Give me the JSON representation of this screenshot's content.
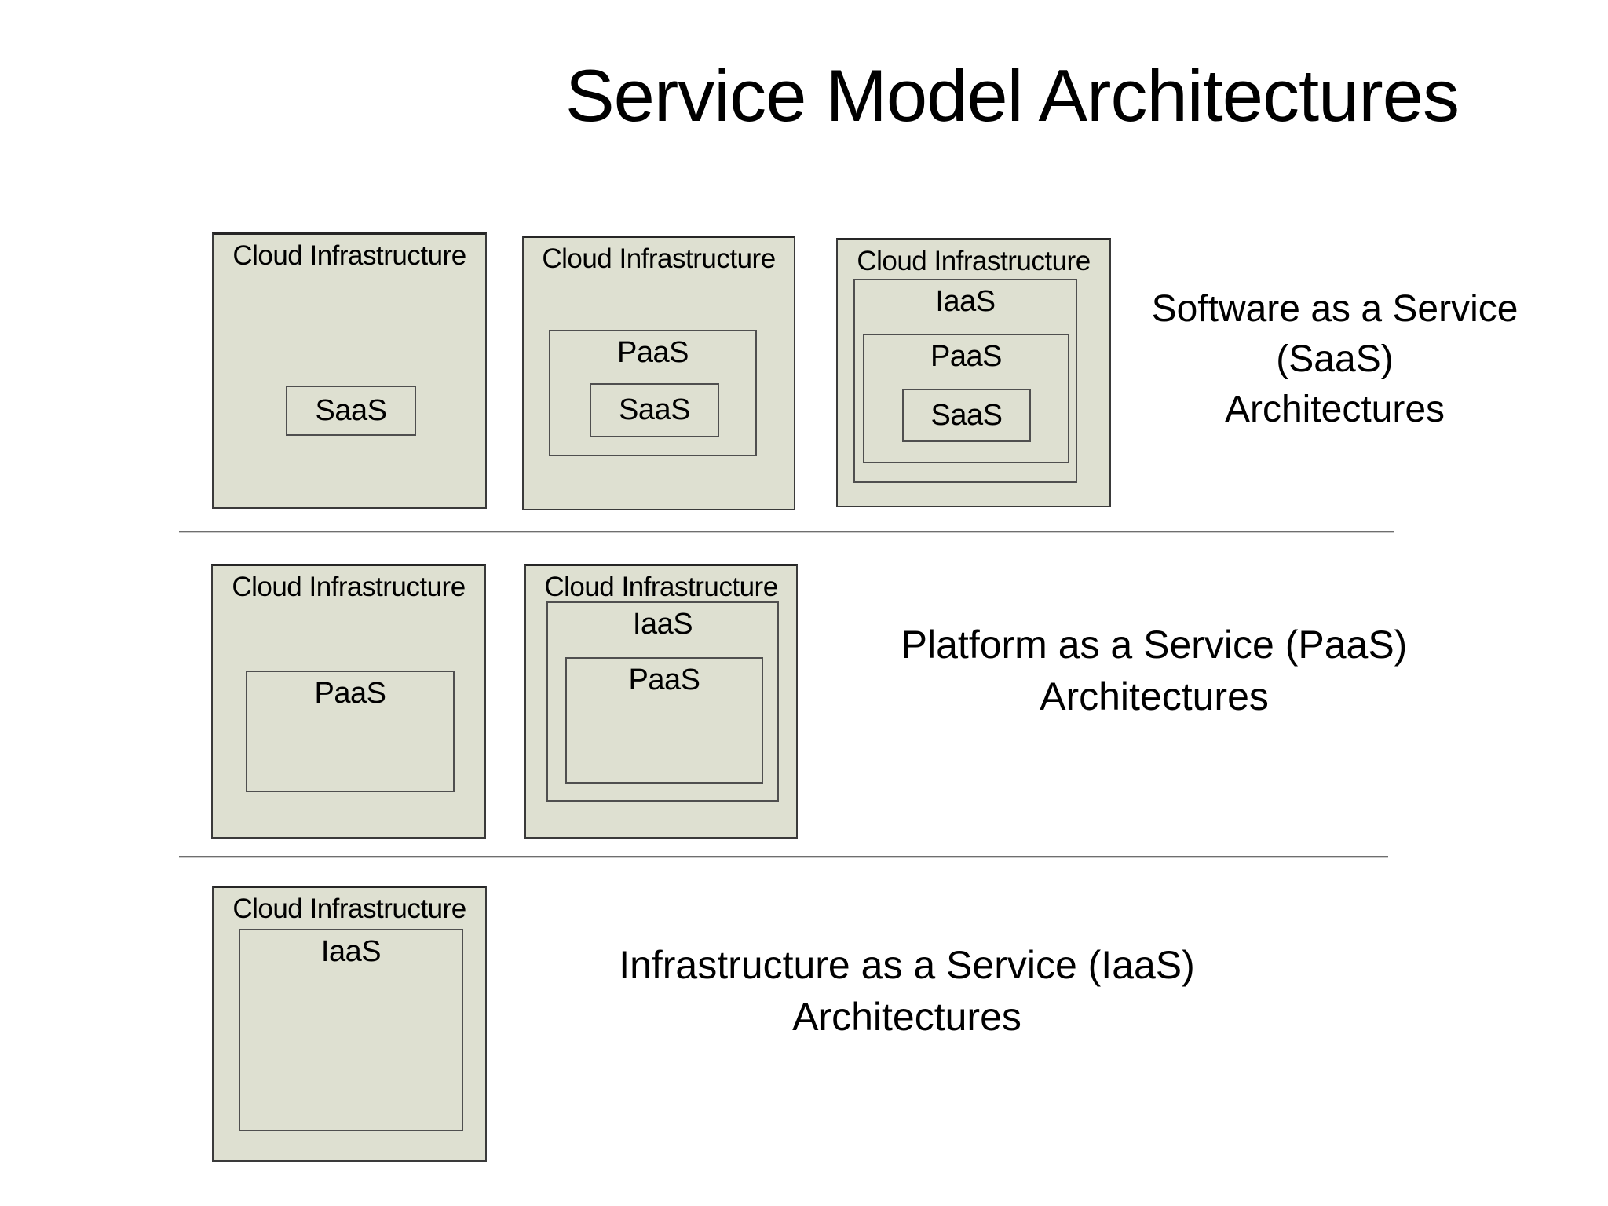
{
  "title": "Service Model Architectures",
  "labels": {
    "cloud": "Cloud Infrastructure",
    "iaas": "IaaS",
    "paas": "PaaS",
    "saas": "SaaS"
  },
  "captions": {
    "saas": [
      "Software as a Service",
      "(SaaS)",
      "Architectures"
    ],
    "paas": [
      "Platform as a Service (PaaS)",
      "Architectures"
    ],
    "iaas": [
      "Infrastructure as a Service (IaaS)",
      "Architectures"
    ]
  },
  "colors": {
    "background": "#ffffff",
    "text": "#000000",
    "box_fill": "#dee0d1",
    "box_border": "#3a3a3a",
    "box_border_top": "#262626",
    "inner_border": "#4f4f4f",
    "divider": "#6e6e6e",
    "divider_shadow": "#cccccc"
  }
}
